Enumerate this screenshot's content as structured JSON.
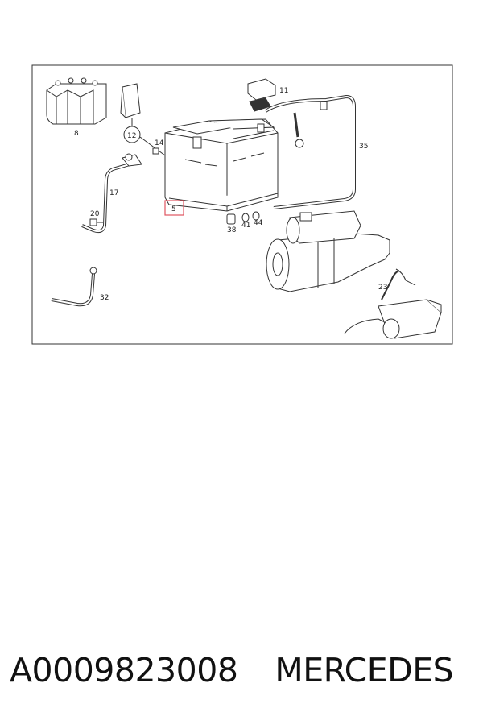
{
  "diagram": {
    "labels": {
      "l8": "8",
      "l12": "12",
      "l14": "14",
      "l11": "11",
      "l35": "35",
      "l17": "17",
      "l5": "5",
      "l20": "20",
      "l38": "38",
      "l41": "41",
      "l44": "44",
      "l32": "32",
      "l23": "23"
    },
    "highlight_color": "#e05560",
    "line_color": "#333333"
  },
  "caption": {
    "part_number": "A0009823008",
    "brand": "MERCEDES"
  }
}
